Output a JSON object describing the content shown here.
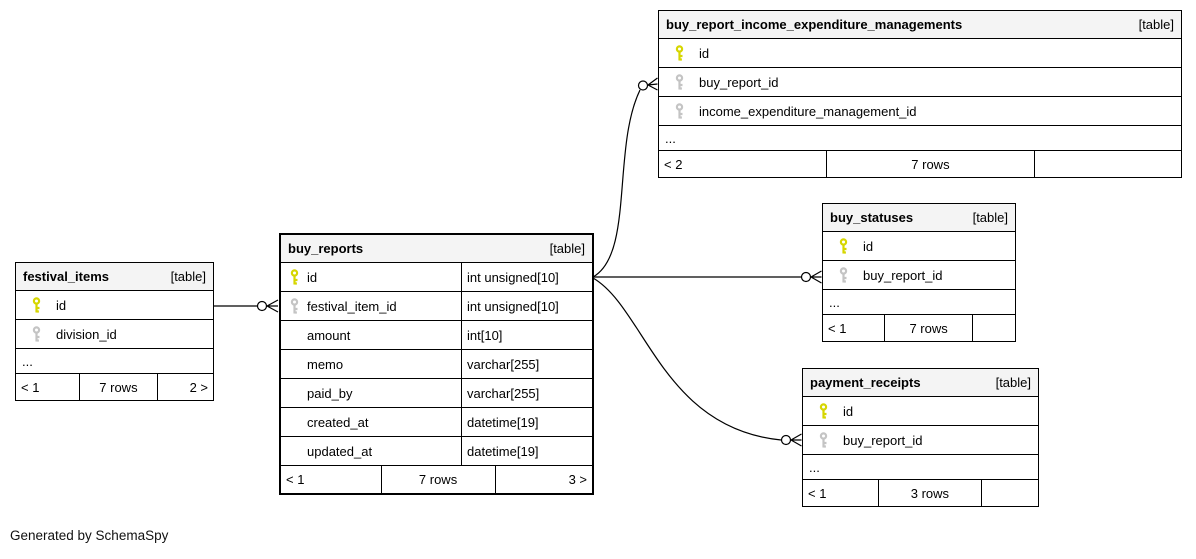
{
  "note": "Generated by SchemaSpy",
  "colors": {
    "primary_key": "#d6d600",
    "foreign_key": "#c4c4c4",
    "header_bg": "#f4f4f4",
    "border": "#000000",
    "background": "#ffffff"
  },
  "tables": [
    {
      "name": "buy_report_income_expenditure_managements",
      "tag": "[table]",
      "columns": [
        {
          "name": "id",
          "key": "primary"
        },
        {
          "name": "buy_report_id",
          "key": "foreign"
        },
        {
          "name": "income_expenditure_management_id",
          "key": "foreign"
        }
      ],
      "ellipsis": "...",
      "footer": {
        "left": "< 2",
        "center": "7 rows",
        "right": ""
      }
    },
    {
      "name": "buy_statuses",
      "tag": "[table]",
      "columns": [
        {
          "name": "id",
          "key": "primary"
        },
        {
          "name": "buy_report_id",
          "key": "foreign"
        }
      ],
      "ellipsis": "...",
      "footer": {
        "left": "< 1",
        "center": "7 rows",
        "right": ""
      }
    },
    {
      "name": "payment_receipts",
      "tag": "[table]",
      "columns": [
        {
          "name": "id",
          "key": "primary"
        },
        {
          "name": "buy_report_id",
          "key": "foreign"
        }
      ],
      "ellipsis": "...",
      "footer": {
        "left": "< 1",
        "center": "3 rows",
        "right": ""
      }
    },
    {
      "name": "buy_reports",
      "tag": "[table]",
      "columns": [
        {
          "name": "id",
          "key": "primary",
          "type": "int unsigned[10]"
        },
        {
          "name": "festival_item_id",
          "key": "foreign",
          "type": "int unsigned[10]"
        },
        {
          "name": "amount",
          "key": "none",
          "type": "int[10]"
        },
        {
          "name": "memo",
          "key": "none",
          "type": "varchar[255]"
        },
        {
          "name": "paid_by",
          "key": "none",
          "type": "varchar[255]"
        },
        {
          "name": "created_at",
          "key": "none",
          "type": "datetime[19]"
        },
        {
          "name": "updated_at",
          "key": "none",
          "type": "datetime[19]"
        }
      ],
      "footer": {
        "left": "< 1",
        "center": "7 rows",
        "right": "3 >"
      }
    },
    {
      "name": "festival_items",
      "tag": "[table]",
      "columns": [
        {
          "name": "id",
          "key": "primary"
        },
        {
          "name": "division_id",
          "key": "foreign"
        }
      ],
      "ellipsis": "...",
      "footer": {
        "left": "< 1",
        "center": "7 rows",
        "right": "2 >"
      }
    }
  ]
}
